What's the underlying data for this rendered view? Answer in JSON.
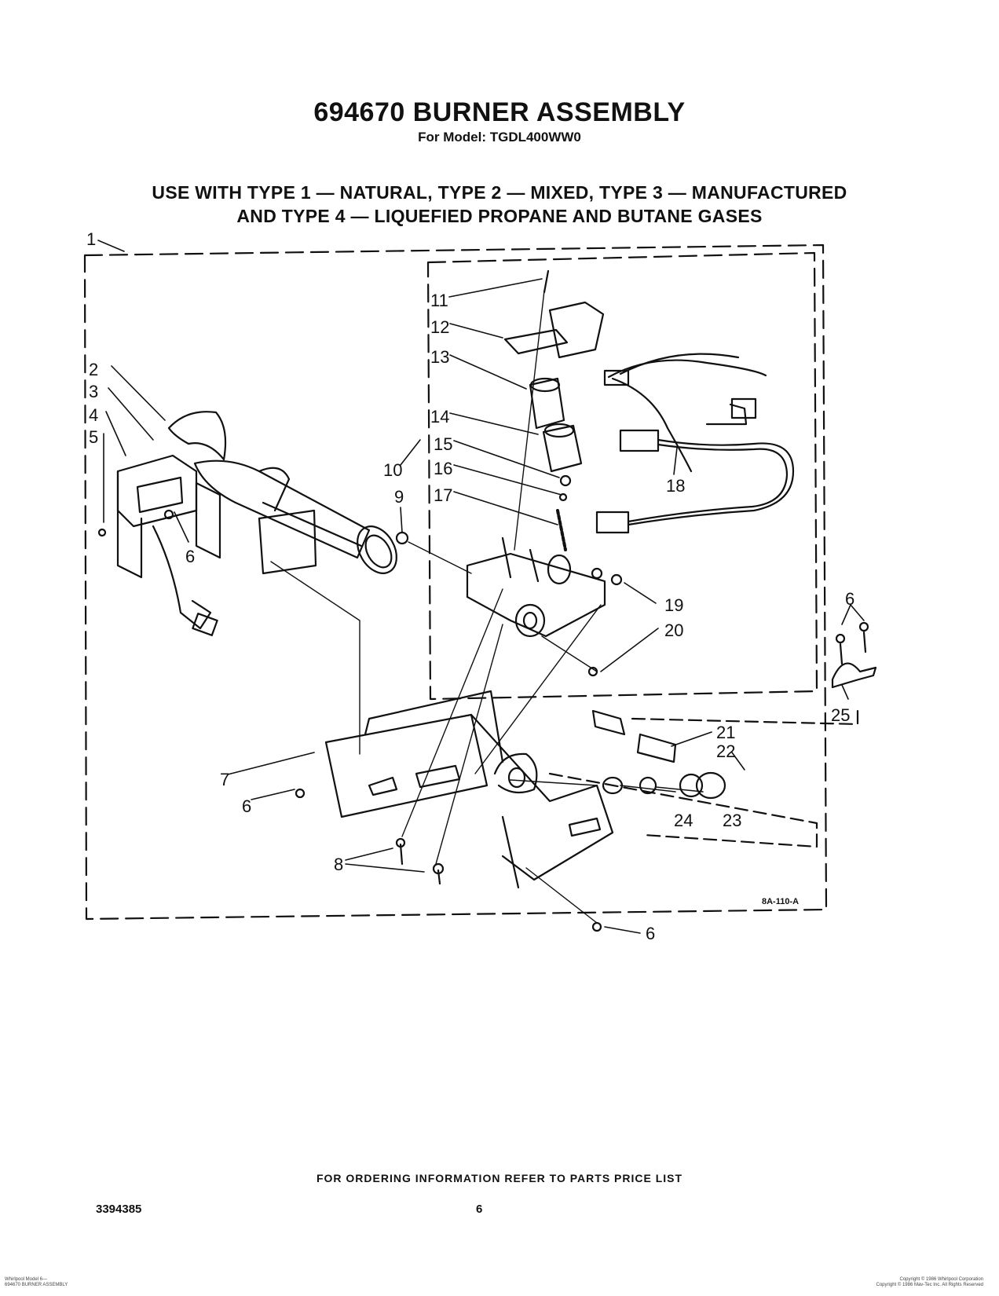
{
  "header": {
    "title": "694670 BURNER ASSEMBLY",
    "subtitle": "For Model: TGDL400WW0",
    "usage_line1": "USE WITH TYPE 1 — NATURAL, TYPE 2 — MIXED, TYPE 3 — MANUFACTURED",
    "usage_line2": "AND TYPE 4 — LIQUEFIED PROPANE AND BUTANE GASES"
  },
  "callouts": {
    "c1": "1",
    "c2": "2",
    "c3": "3",
    "c4": "4",
    "c5": "5",
    "c6a": "6",
    "c6b": "6",
    "c6c": "6",
    "c6d": "6",
    "c7": "7",
    "c8": "8",
    "c9": "9",
    "c10": "10",
    "c11": "11",
    "c12": "12",
    "c13": "13",
    "c14": "14",
    "c15": "15",
    "c16": "16",
    "c17": "17",
    "c18": "18",
    "c19": "19",
    "c20": "20",
    "c21": "21",
    "c22": "22",
    "c23": "23",
    "c24": "24",
    "c25": "25"
  },
  "diagram": {
    "ref_code": "8A-110-A"
  },
  "footer": {
    "order_note": "FOR ORDERING INFORMATION REFER TO PARTS PRICE LIST",
    "doc_number": "3394385",
    "page_number": "6",
    "fine_left_1": "Whirlpool Model 6—",
    "fine_left_2": "694670 BURNER ASSEMBLY",
    "fine_right_1": "Copyright © 1986 Whirlpool Corporation",
    "fine_right_2": "Copyright © 1986 Mav-Tec Inc. All Rights Reserved"
  }
}
